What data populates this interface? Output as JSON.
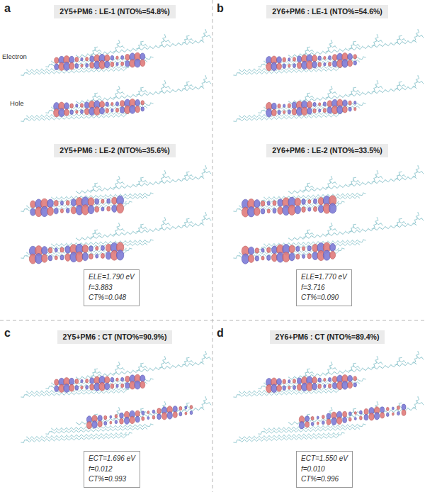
{
  "diagram": {
    "nodes": [
      {
        "text": [
          "2Y5+PM6 : LE-1 (NTO%=54.8%)"
        ]
      },
      {
        "text": [
          "2Y5+PM6 : LE-2 (NTO%=35.6%)"
        ]
      },
      {
        "text": [
          "ELE=1.790 eV",
          "f=3.883",
          "CT%=0.048"
        ]
      },
      {
        "text": [
          "2Y6+PM6 : LE-1 (NTO%=54.6%)"
        ]
      },
      {
        "text": [
          "2Y6+PM6 : LE-2 (NTO%=33.5%)"
        ]
      },
      {
        "text": [
          "ELE=1.770 eV",
          "f=3.716",
          "CT%=0.090"
        ]
      },
      {
        "text": [
          "2Y5+PM6 : CT (NTO%=90.9%)"
        ]
      },
      {
        "text": [
          "ECT=1.696 eV",
          "f=0.012",
          "CT%=0.993"
        ]
      },
      {
        "text": [
          "2Y6+PM6 : CT (NTO%=89.4%)"
        ]
      },
      {
        "text": [
          "ECT=1.550 eV",
          "f=0.010",
          "CT%=0.996"
        ]
      }
    ],
    "labels": [
      "a",
      "b",
      "c",
      "d",
      "Electron",
      "Hole"
    ]
  }
}
